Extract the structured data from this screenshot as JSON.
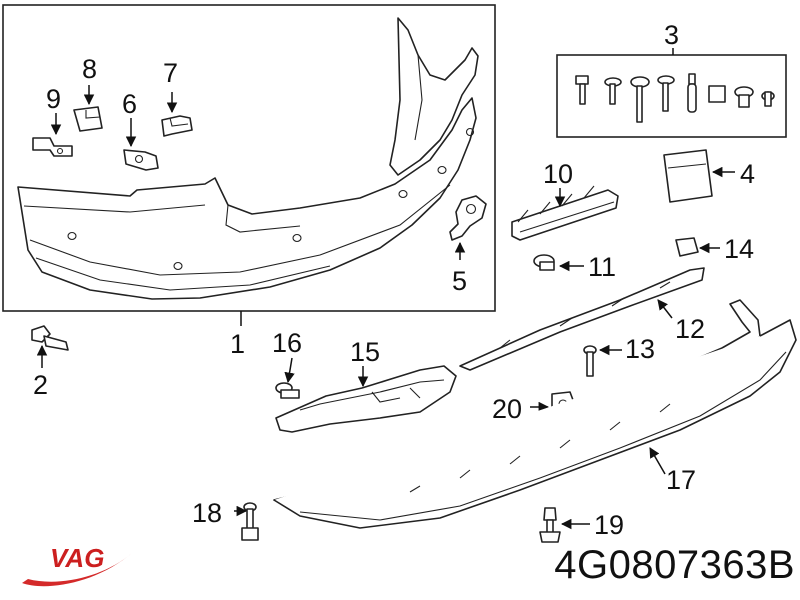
{
  "part_number": "4G0807363B",
  "brand": {
    "logo_text": "VAG",
    "logo_color": "#cc1f1f",
    "swoosh_color": "#d42a2a"
  },
  "callouts": {
    "c1": "1",
    "c2": "2",
    "c3": "3",
    "c4": "4",
    "c5": "5",
    "c6": "6",
    "c7": "7",
    "c8": "8",
    "c9": "9",
    "c10": "10",
    "c11": "11",
    "c12": "12",
    "c13": "13",
    "c14": "14",
    "c15": "15",
    "c16": "16",
    "c17": "17",
    "c18": "18",
    "c19": "19",
    "c20": "20"
  },
  "colors": {
    "line": "#222222",
    "background": "#ffffff"
  }
}
